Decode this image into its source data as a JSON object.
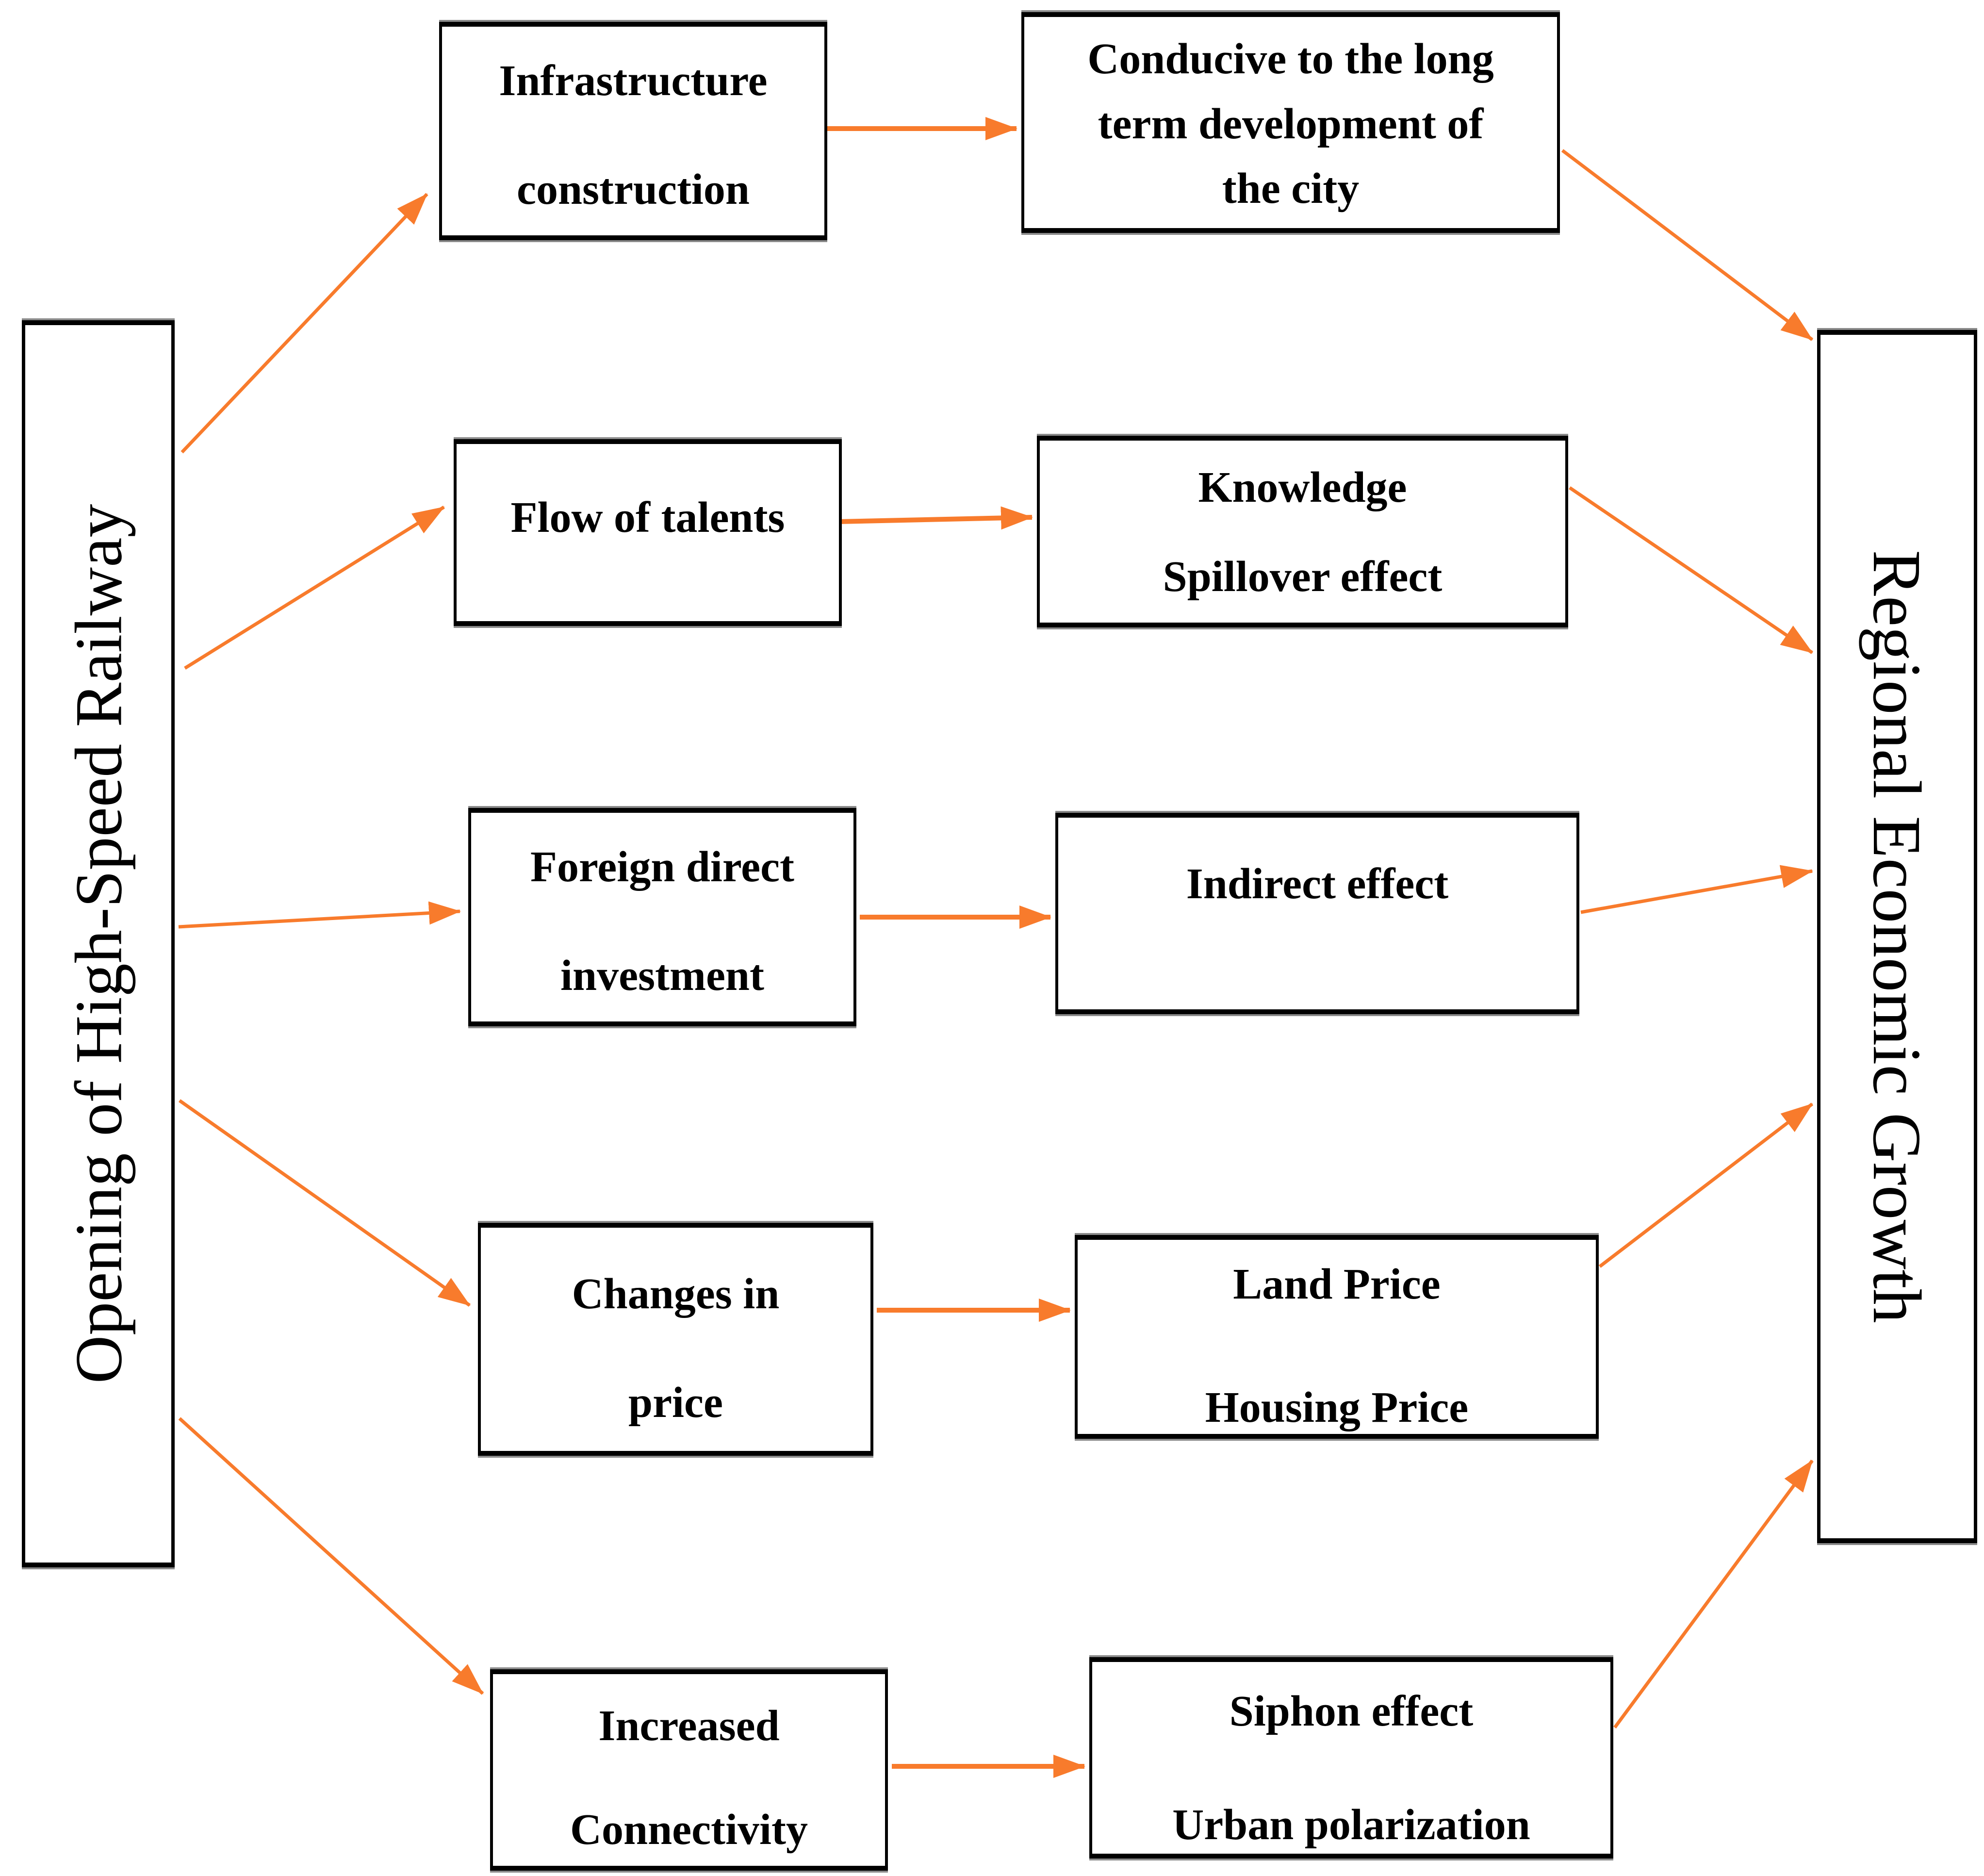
{
  "diagram": {
    "source": {
      "label": "Opening of High-Speed Railway"
    },
    "target": {
      "label": "Regional Economic Growth"
    },
    "mediators": {
      "infrastructure": {
        "lines": [
          "Infrastructure",
          "construction"
        ]
      },
      "talents": {
        "lines": [
          "Flow of talents"
        ]
      },
      "fdi": {
        "lines": [
          "Foreign direct",
          "investment"
        ]
      },
      "price": {
        "lines": [
          "Changes in",
          "price"
        ]
      },
      "connectivity": {
        "lines": [
          "Increased",
          "Connectivity"
        ]
      }
    },
    "effects": {
      "longterm": {
        "lines": [
          "Conducive to the long",
          "term development of",
          "the city"
        ]
      },
      "knowledge": {
        "lines": [
          "Knowledge",
          "Spillover effect"
        ]
      },
      "indirect": {
        "lines": [
          "Indirect effect"
        ]
      },
      "prices": {
        "lines": [
          "Land Price",
          "Housing Price"
        ]
      },
      "siphon": {
        "lines": [
          "Siphon effect",
          "Urban polarization"
        ]
      }
    },
    "edges": [
      {
        "from": "opening-of-high-speed-railway",
        "to": "infrastructure-construction"
      },
      {
        "from": "opening-of-high-speed-railway",
        "to": "flow-of-talents"
      },
      {
        "from": "opening-of-high-speed-railway",
        "to": "foreign-direct-investment"
      },
      {
        "from": "opening-of-high-speed-railway",
        "to": "changes-in-price"
      },
      {
        "from": "opening-of-high-speed-railway",
        "to": "increased-connectivity"
      },
      {
        "from": "infrastructure-construction",
        "to": "conducive-long-term-development"
      },
      {
        "from": "flow-of-talents",
        "to": "knowledge-spillover-effect"
      },
      {
        "from": "foreign-direct-investment",
        "to": "indirect-effect"
      },
      {
        "from": "changes-in-price",
        "to": "land-price-housing-price"
      },
      {
        "from": "increased-connectivity",
        "to": "siphon-effect-urban-polarization"
      },
      {
        "from": "conducive-long-term-development",
        "to": "regional-economic-growth"
      },
      {
        "from": "knowledge-spillover-effect",
        "to": "regional-economic-growth"
      },
      {
        "from": "indirect-effect",
        "to": "regional-economic-growth"
      },
      {
        "from": "land-price-housing-price",
        "to": "regional-economic-growth"
      },
      {
        "from": "siphon-effect-urban-polarization",
        "to": "regional-economic-growth"
      }
    ],
    "colors": {
      "arrow": "#F87B2C",
      "border": "#000000",
      "text": "#000000",
      "background": "#FFFFFF"
    }
  }
}
